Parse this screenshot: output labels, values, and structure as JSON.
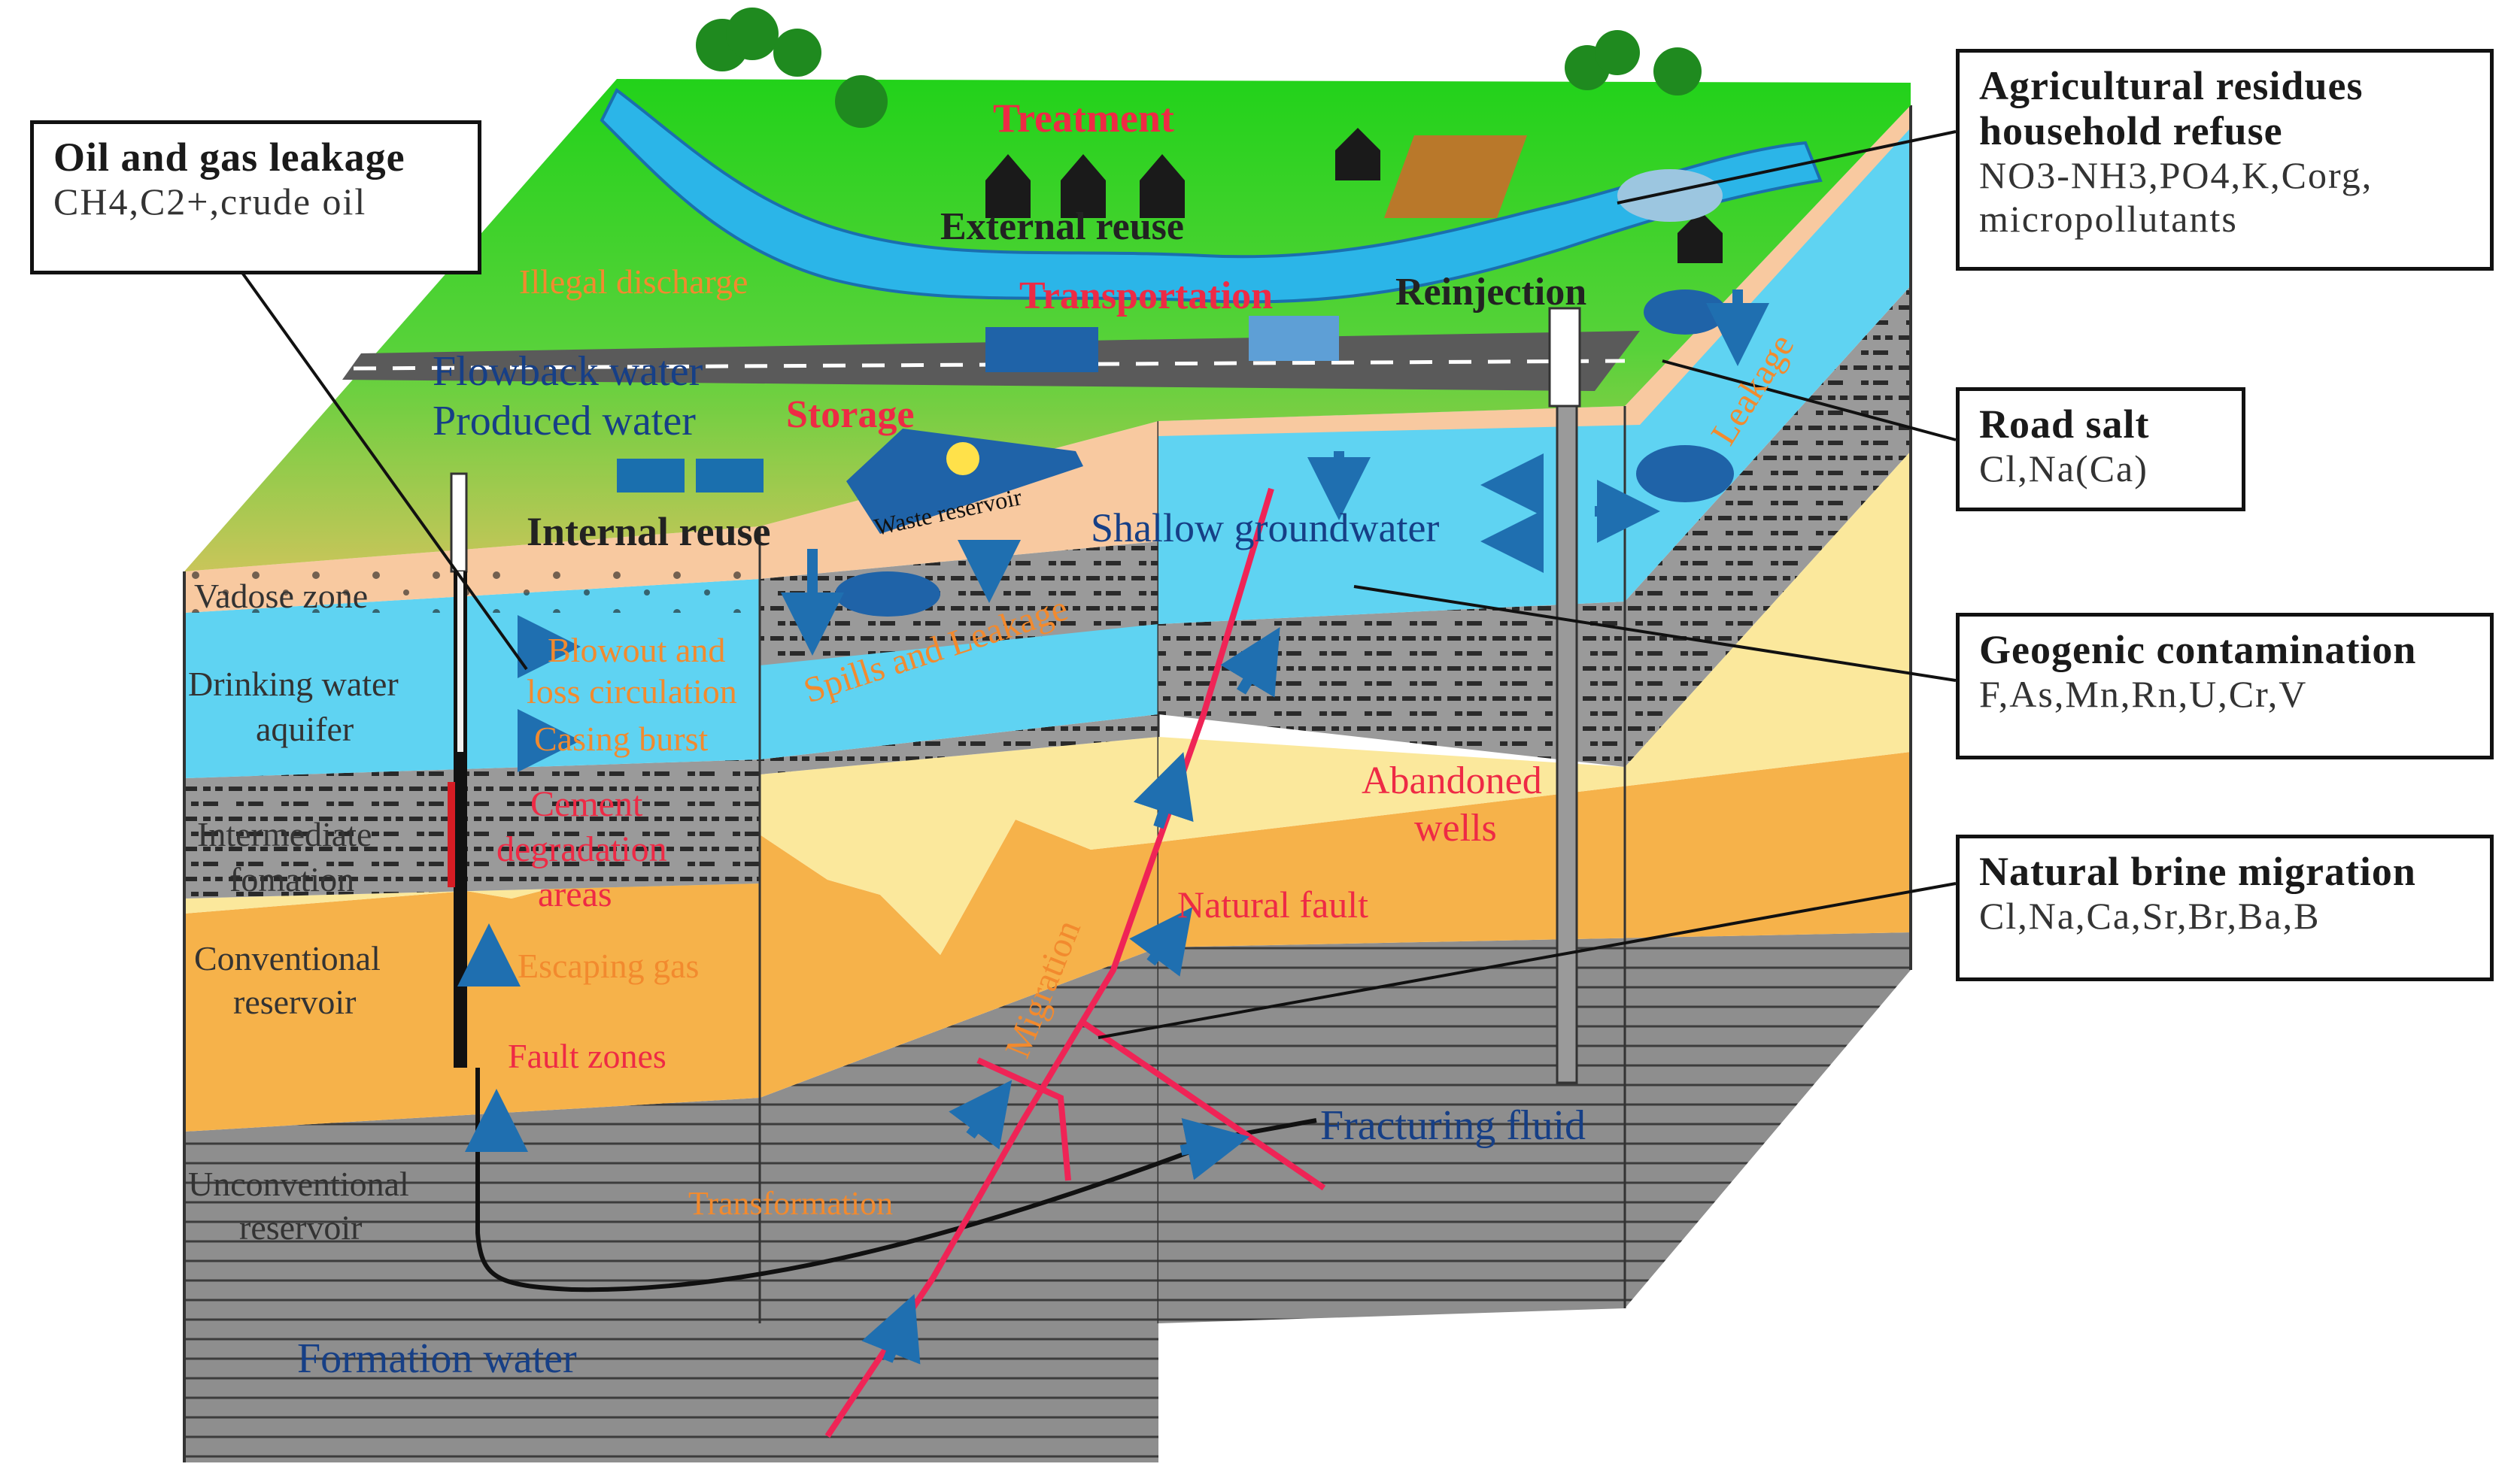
{
  "colors": {
    "surface_green": "#2ecc1f",
    "river_blue": "#2bb5e8",
    "aquifer_blue": "#5fd3f2",
    "vadose_peach": "#f8c9a0",
    "conventional_orange": "#f6b24a",
    "light_yellow": "#fbe89c",
    "shale_gray": "#8c8c8c",
    "road_gray": "#5a5a5a",
    "label_orange": "#f28a2e",
    "label_red": "#ee2a45",
    "label_navy": "#163f86",
    "arrow_blue": "#1f6fb0",
    "fault_red": "#ef2456"
  },
  "surface": {
    "treatment": "Treatment",
    "external_reuse": "External reuse",
    "transportation": "Transportation",
    "reinjection": "Reinjection",
    "illegal_discharge": "Illegal discharge",
    "flowback_water": "Flowback water",
    "produced_water": "Produced  water",
    "storage": "Storage",
    "internal_reuse": "Internal reuse",
    "waste_reservoir": "Waste reservoir",
    "spills_leakage": "Spills and Leakage",
    "leakage": "Leakage",
    "shallow_groundwater": "Shallow groundwater"
  },
  "layers": {
    "vadose": "Vadose zone",
    "drinking_1": "Drinking water",
    "drinking_2": "aquifer",
    "intermediate_1": "Intermediate",
    "intermediate_2": "fomation",
    "conventional_1": "Conventional",
    "conventional_2": "reservoir",
    "unconventional_1": "Unconventional",
    "unconventional_2": "reservoir"
  },
  "processes": {
    "blowout_1": "Blowout and",
    "blowout_2": "loss circulation",
    "casing_burst": "Casing burst",
    "cement_1": "Cement",
    "cement_2": "degradation",
    "cement_3": "areas",
    "escaping_gas": "Escaping gas",
    "fault_zones": "Fault zones",
    "abandoned_1": "Abandoned",
    "abandoned_2": "wells",
    "natural_fault": "Natural fault",
    "migration": "Migration",
    "transformation": "Transformation",
    "fracturing_fluid": "Fracturing fluid",
    "formation_water": "Formation water"
  },
  "callouts": {
    "oil_gas": {
      "title": "Oil and gas leakage",
      "body": "CH4,C2+,crude oil"
    },
    "agricultural": {
      "title_1": "Agricultural  residues",
      "title_2": "household refuse",
      "body_1": "NO3-NH3,PO4,K,Corg,",
      "body_2": "micropollutants"
    },
    "road_salt": {
      "title": "Road salt",
      "body": "Cl,Na(Ca)"
    },
    "geogenic": {
      "title": "Geogenic contamination",
      "body": "F,As,Mn,Rn,U,Cr,V"
    },
    "brine": {
      "title": "Natural brine migration",
      "body": "Cl,Na,Ca,Sr,Br,Ba,B"
    }
  }
}
